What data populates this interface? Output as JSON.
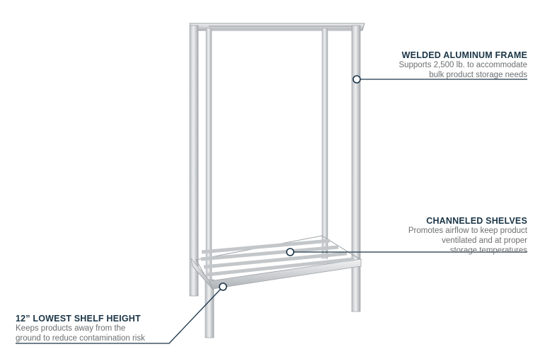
{
  "colors": {
    "accent": "#1b3547",
    "leader_line": "#1b3547",
    "text_gray": "#6d6f71",
    "frame_light": "#e4e6e8",
    "frame_mid": "#c8cbce",
    "frame_dark": "#9ea3a7"
  },
  "callouts": {
    "frame": {
      "title": "WELDED ALUMINUM FRAME",
      "lines": [
        "Supports 2,500 lb. to accommodate",
        "bulk product storage needs"
      ]
    },
    "shelves": {
      "title": "CHANNELED SHELVES",
      "lines": [
        "Promotes airflow to keep product",
        "ventilated and at proper",
        "storage temperatures"
      ]
    },
    "height": {
      "title": "12” LOWEST SHELF HEIGHT",
      "lines": [
        "Keeps products away from the",
        "ground to reduce contamination risk"
      ]
    }
  }
}
